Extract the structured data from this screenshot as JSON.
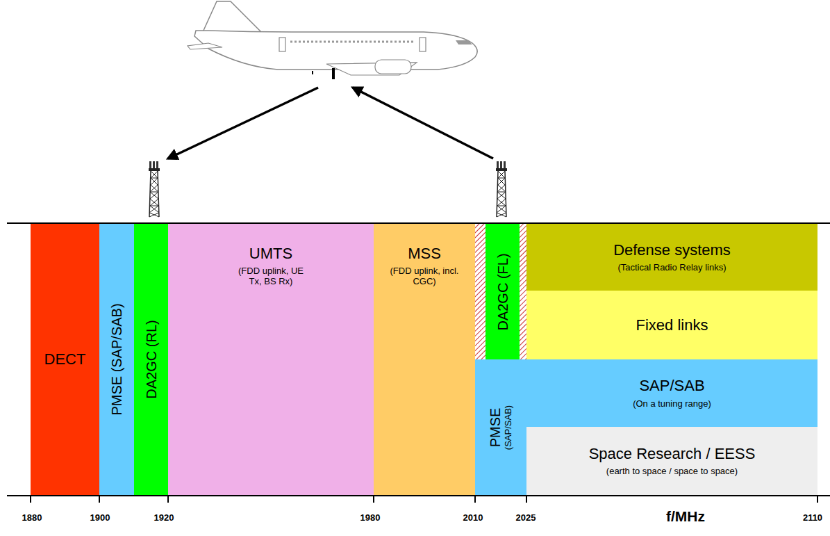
{
  "diagram": {
    "nodes": [
      {
        "text": [
          "DECT"
        ]
      },
      {
        "text": [
          "PMSE (SAP/SAB)"
        ]
      },
      {
        "text": [
          "DA2GC (RL)"
        ]
      },
      {
        "text": [
          "UMTS",
          "(FDD uplink, UE Tx, BS Rx)"
        ]
      },
      {
        "text": [
          "MSS",
          "(FDD uplink, incl. CGC)"
        ]
      },
      {
        "text": [
          "DA2GC (FL)"
        ]
      },
      {
        "text": [
          "PMSE",
          "(SAP/SAB)"
        ]
      },
      {
        "text": [
          "Defense systems",
          "(Tactical Radio Relay links)"
        ]
      },
      {
        "text": [
          "Fixed links"
        ]
      },
      {
        "text": [
          "SAP/SAB",
          "(On a tuning range)"
        ]
      },
      {
        "text": [
          "Space Research / EESS",
          "(earth to space / space to space)"
        ]
      }
    ],
    "labels": [
      "1880",
      "1900",
      "1920",
      "1980",
      "2010",
      "2025",
      "f/MHz",
      "2110"
    ]
  }
}
